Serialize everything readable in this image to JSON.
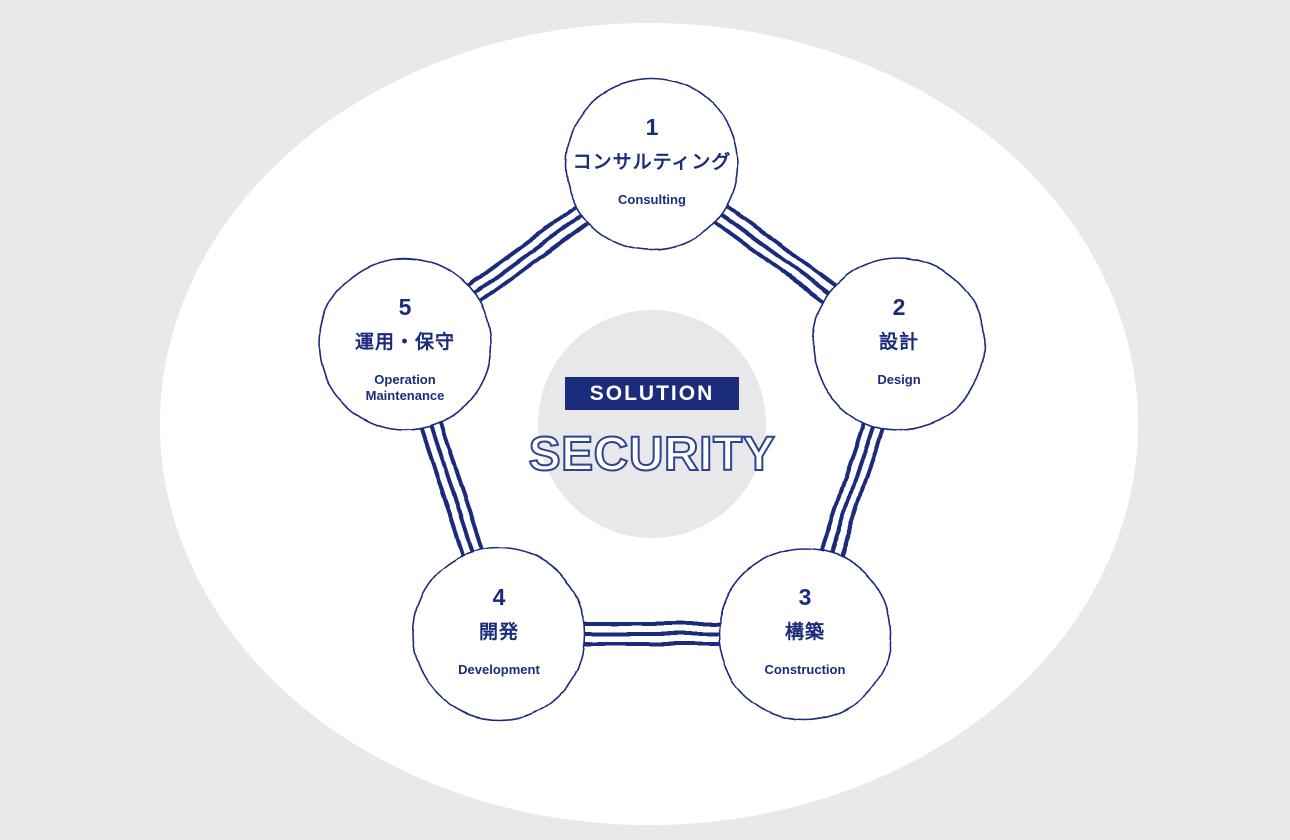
{
  "center": {
    "badge": "SOLUTION",
    "word": "SECURITY"
  },
  "steps": [
    {
      "number": "1",
      "title_ja": "コンサルティング",
      "title_en": "Consulting"
    },
    {
      "number": "2",
      "title_ja": "設計",
      "title_en": "Design"
    },
    {
      "number": "3",
      "title_ja": "構築",
      "title_en": "Construction"
    },
    {
      "number": "4",
      "title_ja": "開発",
      "title_en": "Development"
    },
    {
      "number": "5",
      "title_ja": "運用・保守",
      "title_en": "Operation\nMaintenance"
    }
  ],
  "colors": {
    "navy": "#1b2c7c",
    "background": "#e9e9eb",
    "white_ellipse": "#ffffff",
    "center_circle": "#e8e8ea",
    "security_outline": "#2e4392"
  }
}
